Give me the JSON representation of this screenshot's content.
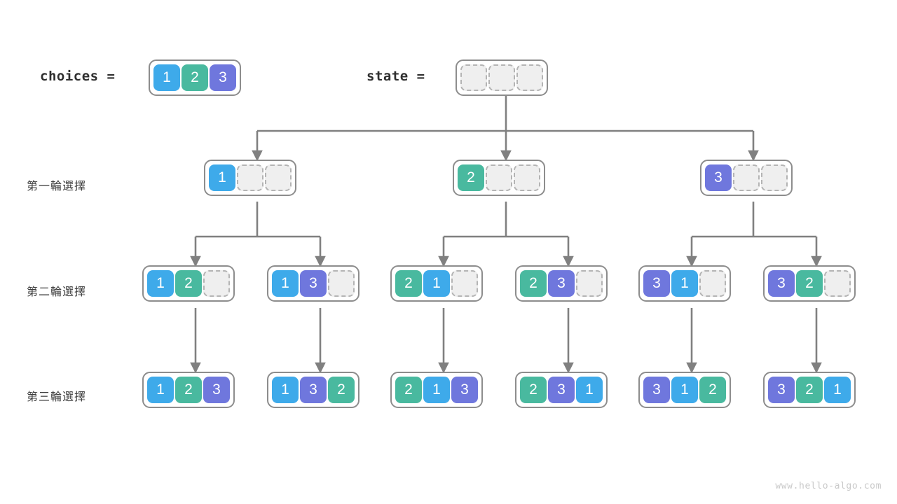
{
  "header": {
    "choices_label": "choices  =",
    "state_label": "state  =",
    "choices_values": [
      "1",
      "2",
      "3"
    ],
    "state_values": [
      "",
      "",
      ""
    ]
  },
  "row_labels": [
    {
      "text": "第一輪選擇"
    },
    {
      "text": "第二輪選擇"
    },
    {
      "text": "第三輪選擇"
    }
  ],
  "rounds": [
    {
      "name": "round-1",
      "nodes": [
        {
          "cells": [
            "1",
            "",
            ""
          ]
        },
        {
          "cells": [
            "2",
            "",
            ""
          ]
        },
        {
          "cells": [
            "3",
            "",
            ""
          ]
        }
      ]
    },
    {
      "name": "round-2",
      "nodes": [
        {
          "cells": [
            "1",
            "2",
            ""
          ]
        },
        {
          "cells": [
            "1",
            "3",
            ""
          ]
        },
        {
          "cells": [
            "2",
            "1",
            ""
          ]
        },
        {
          "cells": [
            "2",
            "3",
            ""
          ]
        },
        {
          "cells": [
            "3",
            "1",
            ""
          ]
        },
        {
          "cells": [
            "3",
            "2",
            ""
          ]
        }
      ]
    },
    {
      "name": "round-3",
      "nodes": [
        {
          "cells": [
            "1",
            "2",
            "3"
          ]
        },
        {
          "cells": [
            "1",
            "3",
            "2"
          ]
        },
        {
          "cells": [
            "2",
            "1",
            "3"
          ]
        },
        {
          "cells": [
            "2",
            "3",
            "1"
          ]
        },
        {
          "cells": [
            "3",
            "1",
            "2"
          ]
        },
        {
          "cells": [
            "3",
            "2",
            "1"
          ]
        }
      ]
    }
  ],
  "colors": {
    "value_1": "#3eaaea",
    "value_2": "#49b99f",
    "value_3": "#6f77dd",
    "empty_cell": "#efefef",
    "node_border": "#8d8d8d",
    "edge": "#808080",
    "text": "#3a3a3a",
    "watermark": "#c9c9c9"
  },
  "watermark": "www.hello-algo.com"
}
